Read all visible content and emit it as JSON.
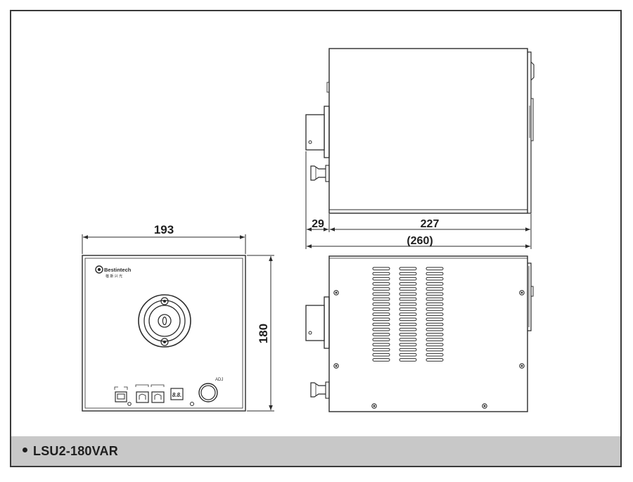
{
  "model_name": "LSU2-180VAR",
  "dimensions": {
    "front_width": "193",
    "front_height": "180",
    "side_front_depth": "29",
    "side_body_length": "227",
    "side_total_length": "(260)"
  },
  "panel_labels": {
    "brand": "Bestintech",
    "brand_sub": "蓓 斯 兴 光",
    "display": "8.8.",
    "knob": "ADJ"
  },
  "colors": {
    "line": "#2b2b2b",
    "footer_bg": "#c8c8c8"
  }
}
